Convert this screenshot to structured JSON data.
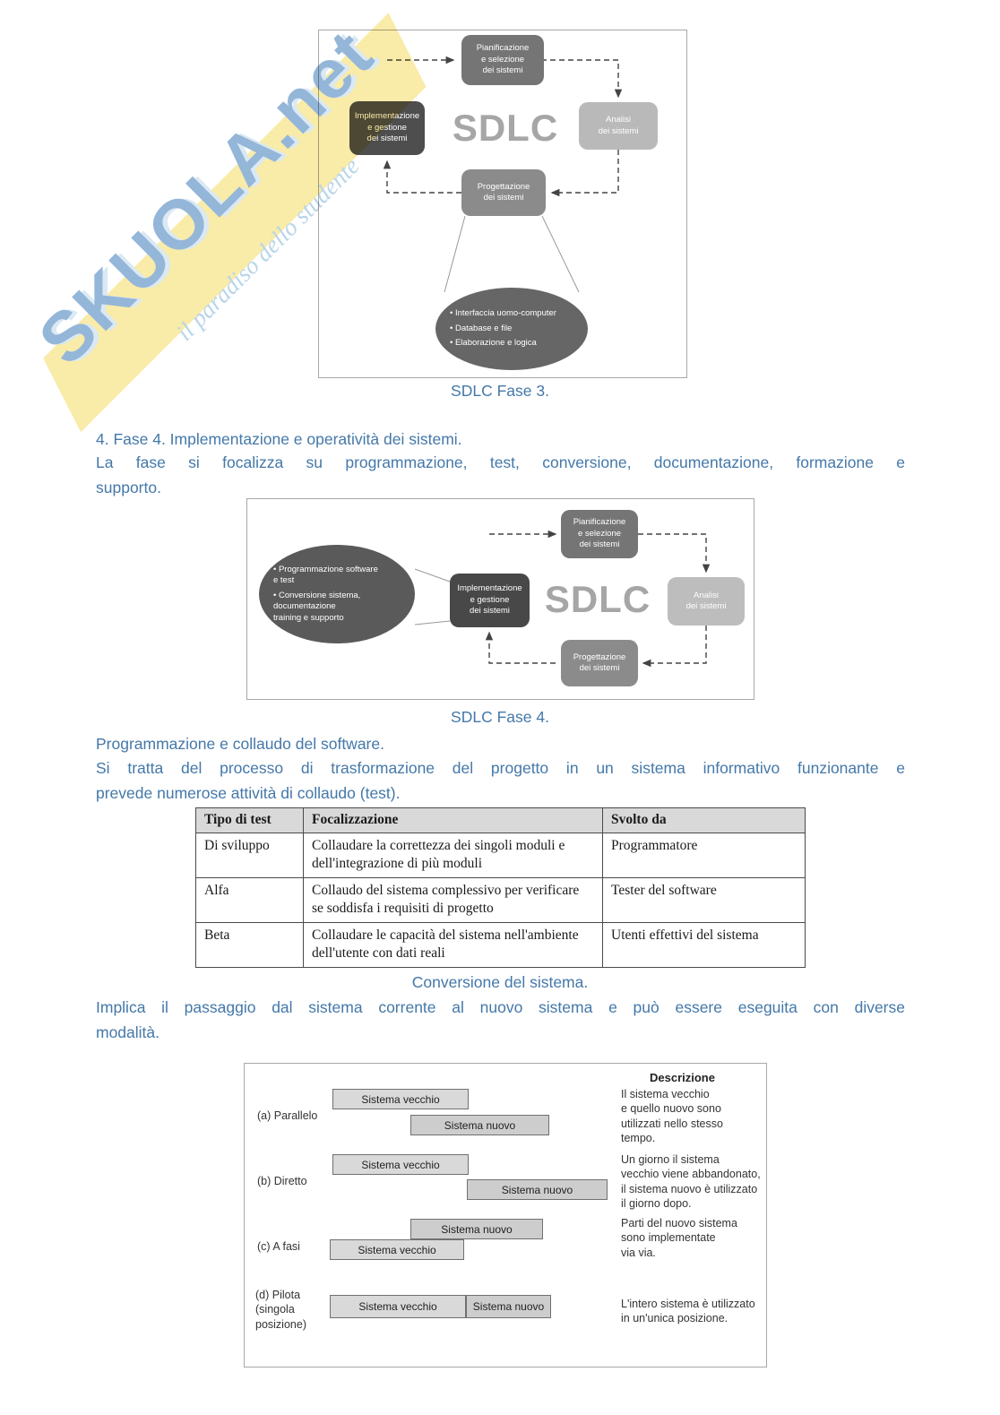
{
  "watermark": {
    "brand": "SKUOLA.net",
    "tagline": "il paradiso dello studente"
  },
  "captions": {
    "fase3": "SDLC Fase 3.",
    "fase4": "SDLC Fase 4.",
    "conversione": "Conversione del sistema."
  },
  "paragraphs": {
    "fase4_heading": "4. Fase 4. Implementazione e operatività dei sistemi.",
    "fase4_body": [
      "La fase si focalizza su programmazione, test, conversione, documentazione, formazione e",
      "supporto."
    ],
    "programmazione_heading": "Programmazione e collaudo del software.",
    "programmazione_body": [
      "Si tratta del processo di trasformazione del progetto in un sistema informativo funzionante e",
      "prevede numerose attività di collaudo (test)."
    ],
    "conversione_body": [
      "Implica il passaggio dal sistema corrente al nuovo sistema e può essere eseguita con diverse",
      "modalità."
    ]
  },
  "diagram_fase3": {
    "sdlc": "SDLC",
    "nodes": {
      "pianificazione": "Pianificazione\ne selezione\ndei sistemi",
      "analisi": "Analisi\ndei sistemi",
      "progettazione": "Progettazione\ndei sistemi",
      "implementazione": "Implementazione\ne gestione\ndei sistemi"
    },
    "bullets": [
      "Interfaccia uomo-computer",
      "Database e file",
      "Elaborazione e logica"
    ]
  },
  "diagram_fase4": {
    "sdlc": "SDLC",
    "nodes": {
      "pianificazione": "Pianificazione\ne selezione\ndei sistemi",
      "analisi": "Analisi\ndei sistemi",
      "progettazione": "Progettazione\ndei sistemi",
      "implementazione": "Implementazione\ne gestione\ndei sistemi"
    },
    "bullets": [
      "Programmazione software\ne test",
      "Conversione sistema,\ndocumentazione\ntraining e supporto"
    ]
  },
  "test_table": {
    "headers": [
      "Tipo di test",
      "Focalizzazione",
      "Svolto da"
    ],
    "rows": [
      [
        "Di sviluppo",
        "Collaudare la correttezza dei singoli moduli e dell'integrazione di più moduli",
        "Programmatore"
      ],
      [
        "Alfa",
        "Collaudo del sistema complessivo per verificare se soddisfa i requisiti di progetto",
        "Tester del software"
      ],
      [
        "Beta",
        "Collaudare le capacità del sistema nell'ambiente dell'utente con dati reali",
        "Utenti effettivi del sistema"
      ]
    ]
  },
  "conversion_diagram": {
    "description_header": "Descrizione",
    "bar_old": "Sistema vecchio",
    "bar_new": "Sistema nuovo",
    "rows": [
      {
        "label": "(a) Parallelo",
        "description": "Il sistema vecchio\ne quello nuovo sono\nutilizzati nello stesso\ntempo."
      },
      {
        "label": "(b) Diretto",
        "description": "Un giorno il sistema\nvecchio viene abbandonato,\nil sistema nuovo è utilizzato\nil giorno dopo."
      },
      {
        "label": "(c) A fasi",
        "description": "Parti del nuovo sistema\nsono implementate\nvia via."
      },
      {
        "label": "(d) Pilota\n(singola\nposizione)",
        "description": "L'intero sistema è utilizzato\nin un'unica posizione."
      }
    ]
  },
  "colors": {
    "body_text_blue": "#4478a9",
    "table_header_bg": "#d9d9d9",
    "node_dark": "#4e4e4e",
    "node_medium": "#8b8b8b",
    "node_light": "#b9b9b9",
    "watermark_yellow": "#f2d544",
    "watermark_blue": "#3c7ab8"
  }
}
